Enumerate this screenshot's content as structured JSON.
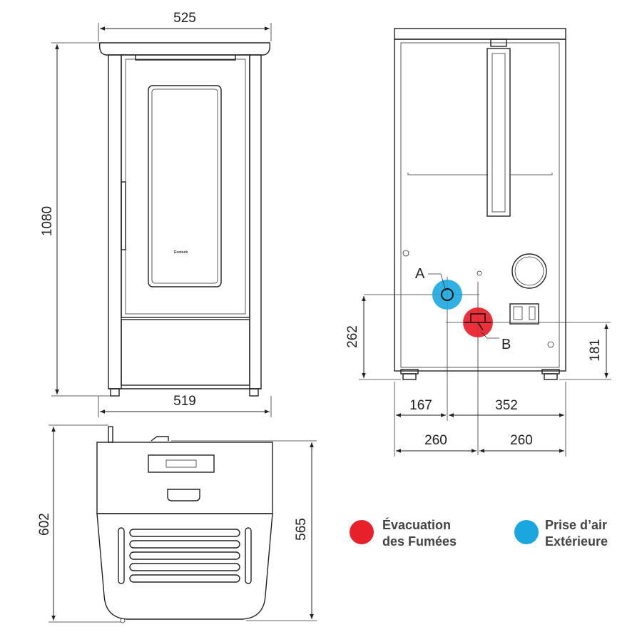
{
  "front_view": {
    "width_top": "525",
    "height": "1080",
    "width_bottom": "519",
    "brand_logo": "Ecoteck"
  },
  "rear_view": {
    "marker_a": "A",
    "marker_b": "B",
    "height_a": "262",
    "height_b": "181",
    "offset_a": "167",
    "offset_b": "352",
    "half_left": "260",
    "half_right": "260"
  },
  "top_view": {
    "depth_total": "602",
    "depth_body": "565"
  },
  "legend": [
    {
      "line1": "Évacuation",
      "line2": "des Fumées",
      "color": "#e8202a"
    },
    {
      "line1": "Prise d’air",
      "line2": "Extérieure",
      "color": "#1aa7e0"
    }
  ]
}
